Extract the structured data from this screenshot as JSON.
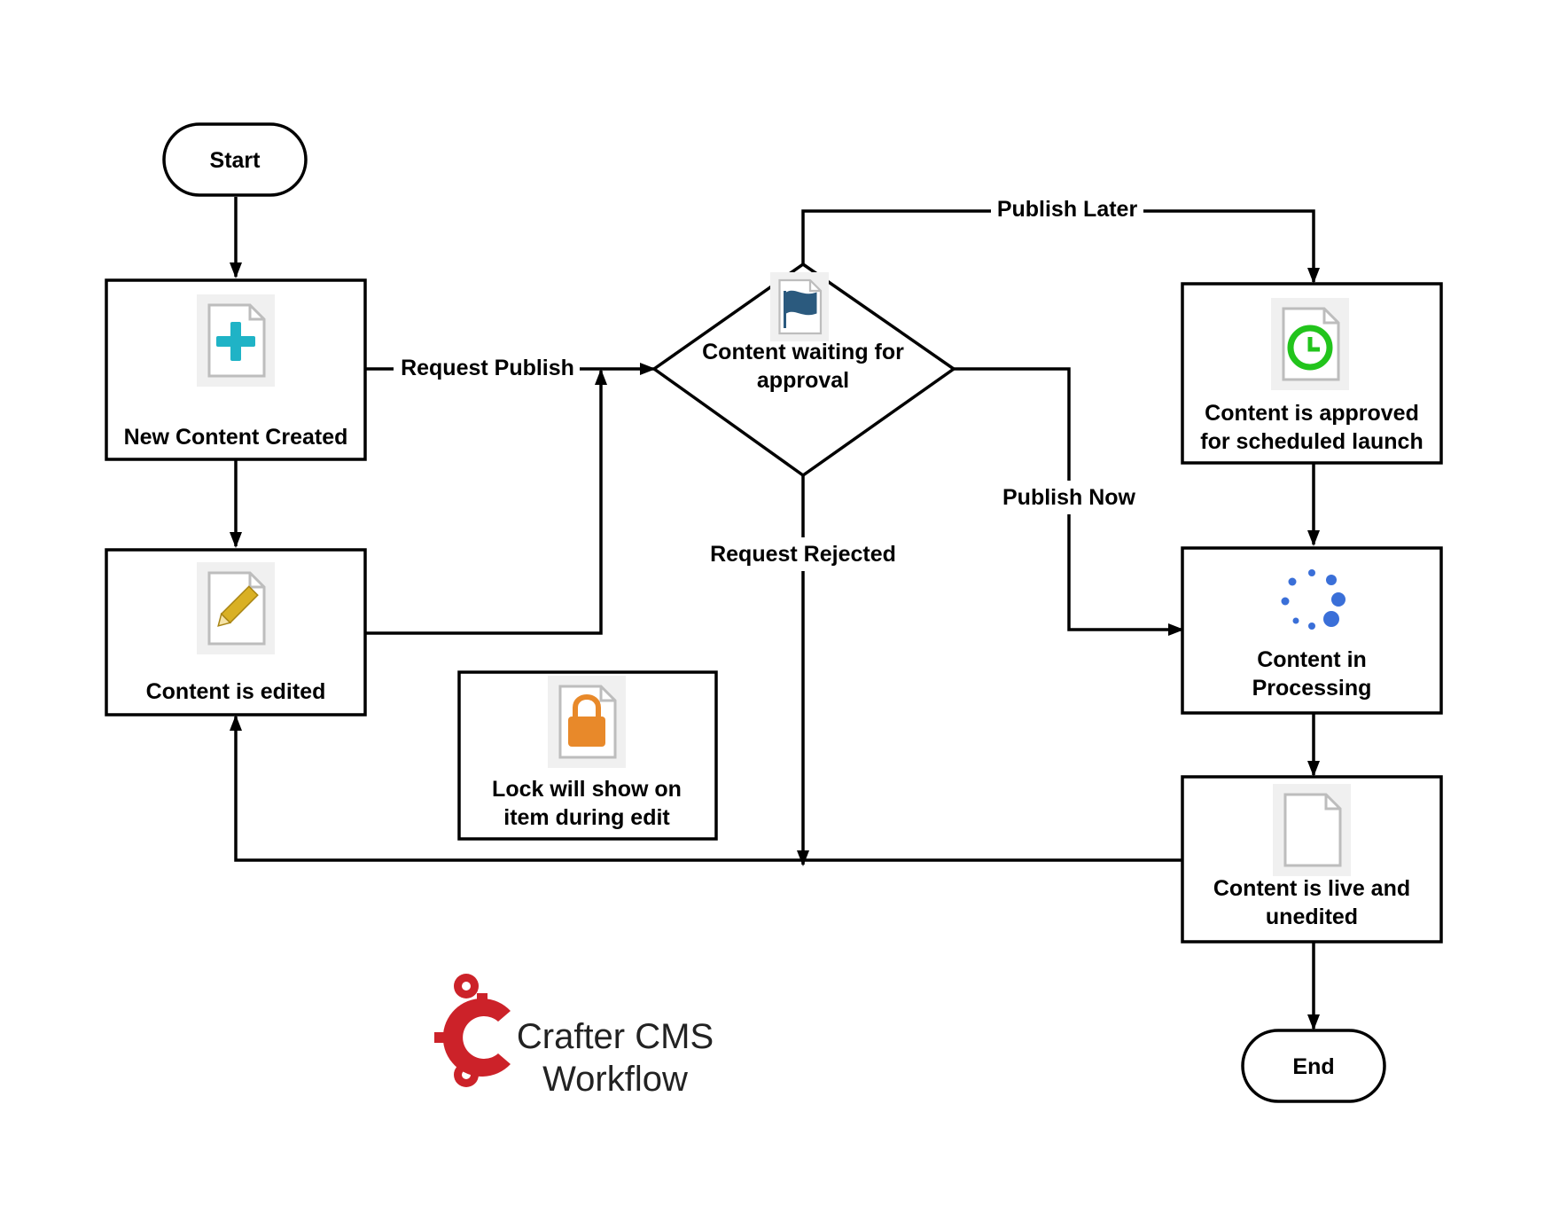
{
  "nodes": {
    "start": "Start",
    "new_content": "New Content Created",
    "edited": "Content is edited",
    "waiting_line1": "Content waiting for",
    "waiting_line2": "approval",
    "lock_line1": "Lock will show on",
    "lock_line2": "item during edit",
    "approved_line1": "Content is approved",
    "approved_line2": "for scheduled launch",
    "processing_line1": "Content in",
    "processing_line2": "Processing",
    "live_line1": "Content is live and",
    "live_line2": "unedited",
    "end": "End"
  },
  "edges": {
    "request_publish": "Request Publish",
    "publish_later": "Publish Later",
    "publish_now": "Publish Now",
    "request_rejected": "Request Rejected"
  },
  "logo": {
    "line1": "Crafter CMS",
    "line2": "Workflow"
  },
  "icons": {
    "new": "new-content-icon",
    "edit": "edit-pencil-icon",
    "flag": "flag-icon",
    "clock": "clock-icon",
    "spinner": "loading-spinner-icon",
    "lock": "lock-icon",
    "doc": "blank-document-icon",
    "logo": "crafter-gear-logo-icon"
  },
  "colors": {
    "plus": "#1fb3c6",
    "pencil": "#d9b024",
    "flag": "#2b5a7e",
    "clock": "#22c41c",
    "spinner": "#3a6fd8",
    "lock": "#e8892a",
    "logo": "#cc2229"
  }
}
